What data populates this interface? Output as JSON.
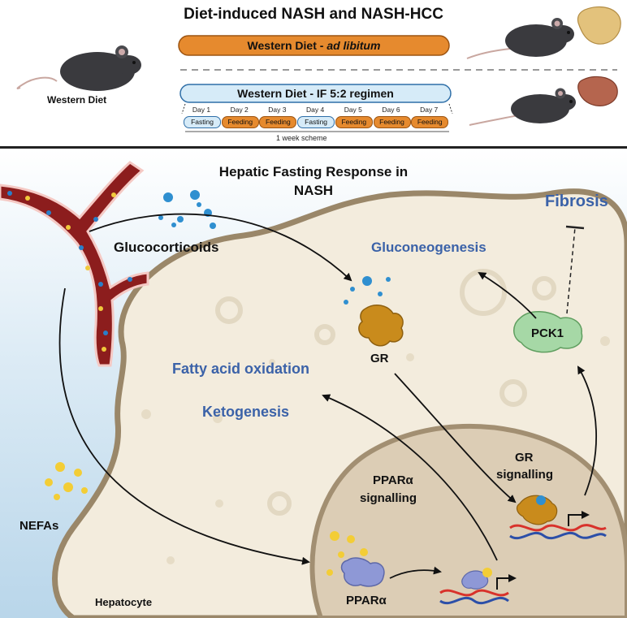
{
  "top": {
    "title": "Diet-induced NASH and NASH-HCC",
    "western_diet_label": "Western Diet",
    "ad_lib_prefix": "Western Diet - ",
    "ad_lib_italic": "ad libitum",
    "if_label": "Western Diet - IF 5:2 regimen",
    "days": [
      "Day 1",
      "Day 2",
      "Day 3",
      "Day 4",
      "Day 5",
      "Day 6",
      "Day 7"
    ],
    "phases": [
      "Fasting",
      "Feeding",
      "Feeding",
      "Fasting",
      "Feeding",
      "Feeding",
      "Feeding"
    ],
    "week_label": "1 week scheme"
  },
  "bottom": {
    "title_line1": "Hepatic Fasting Response in",
    "title_line2": "NASH",
    "glucocorticoids": "Glucocorticoids",
    "gluconeogenesis": "Gluconeogenesis",
    "fibrosis": "Fibrosis",
    "pck1": "PCK1",
    "gr": "GR",
    "fatty_acid_oxidation": "Fatty acid oxidation",
    "ketogenesis": "Ketogenesis",
    "gr_signalling_line1": "GR",
    "gr_signalling_line2": "signalling",
    "ppar_signalling_line1": "PPARα",
    "ppar_signalling_line2": "signalling",
    "nefas": "NEFAs",
    "ppar": "PPARα",
    "hepatocyte": "Hepatocyte"
  },
  "colors": {
    "orange": "#e68a2e",
    "light_blue": "#d6ebf8",
    "label_blue": "#3b62a8",
    "cell": "#f3ecdd",
    "nucleus": "#dccdb5",
    "vessel": "#8c1d1d",
    "pck1_green": "#a6d8a6",
    "ppar_purple": "#8e98d6",
    "gr_gold": "#c98b1c"
  }
}
